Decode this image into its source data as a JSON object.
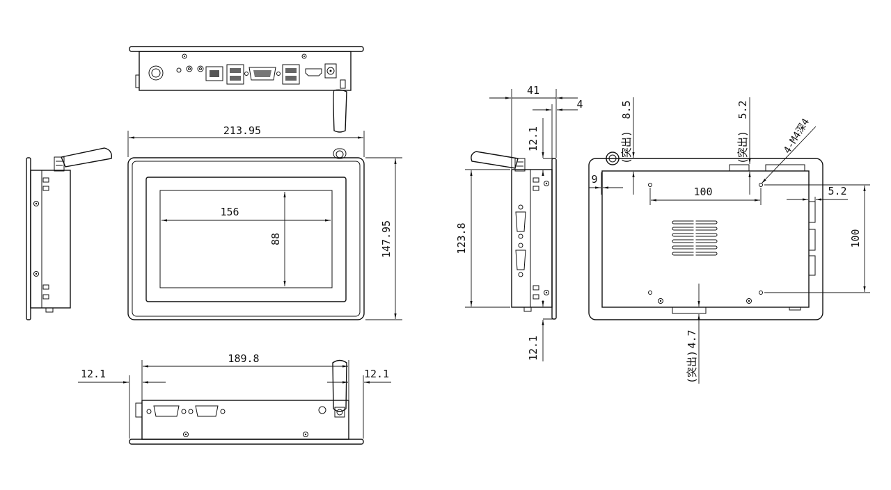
{
  "dimensions": {
    "front_width": "213.95",
    "front_height": "147.95",
    "screen_width": "156",
    "screen_height": "88",
    "bottom_width": "189.8",
    "bottom_left_margin": "12.1",
    "bottom_right_margin": "12.1",
    "side_depth": "41",
    "side_flange": "4",
    "side_top_offset": "12.1",
    "side_bottom_offset": "12.1",
    "side_height": "123.8",
    "rear_hole_h_spacing": "100",
    "rear_hole_v_spacing": "100",
    "rear_left_offset": "9",
    "rear_right_offset": "5.2",
    "rear_top_protrusion": "8.5",
    "rear_top_protrusion_2": "5.2",
    "rear_bottom_protrusion": "4.7"
  },
  "annotations": {
    "protrusion_label": "(突出)",
    "mount_holes": "4-M4深4"
  },
  "icons": [
    "screw-icon",
    "antenna-icon",
    "rj45-port-icon",
    "usb-port-icon",
    "vga-port-icon",
    "hdmi-port-icon",
    "dc-jack-icon",
    "db9-port-icon",
    "vent-grille-icon"
  ]
}
